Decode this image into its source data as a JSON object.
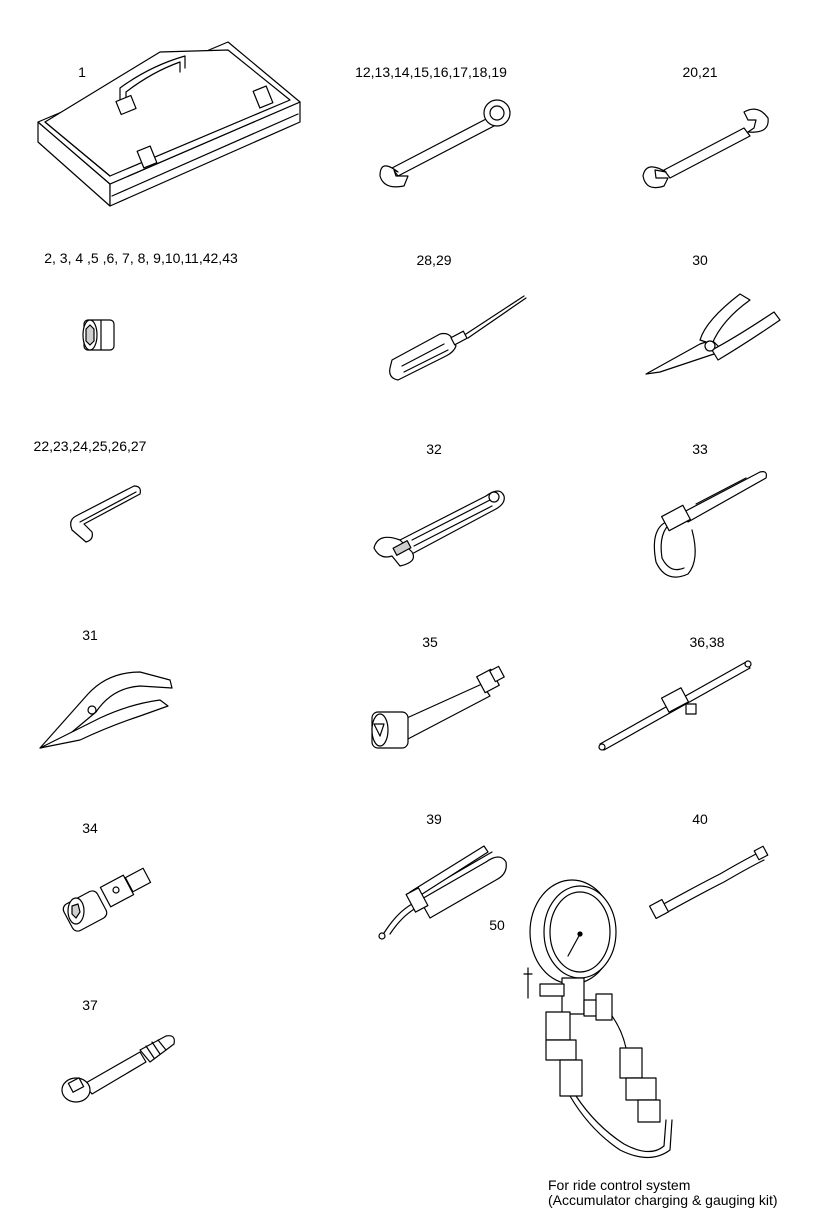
{
  "labels": {
    "toolbox": "1",
    "ring_wrench": "12,13,14,15,16,17,18,19",
    "open_wrench": "20,21",
    "socket": "2, 3, 4 ,5 ,6, 7, 8, 9,10,11,42,43",
    "screwdriver": "28,29",
    "pliers": "30",
    "hex_key": "22,23,24,25,26,27",
    "adjustable_wrench": "32",
    "filter_wrench": "33",
    "cutter": "31",
    "extension": "35",
    "tbar": "36,38",
    "universal_joint": "34",
    "grease_gun": "39",
    "hose": "40",
    "charging_kit": "50",
    "ratchet": "37"
  },
  "caption": {
    "line1": "For ride control system",
    "line2": "(Accumulator charging & gauging kit)"
  }
}
